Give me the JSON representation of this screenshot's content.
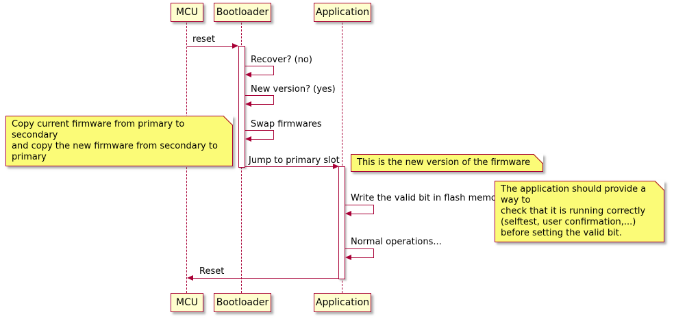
{
  "diagram": {
    "type": "sequence-diagram",
    "participants": [
      "MCU",
      "Bootloader",
      "Application"
    ],
    "messages": [
      {
        "from": "MCU",
        "to": "Bootloader",
        "label": "reset"
      },
      {
        "from": "Bootloader",
        "to": "Bootloader",
        "label": "Recover? (no)"
      },
      {
        "from": "Bootloader",
        "to": "Bootloader",
        "label": "New version? (yes)"
      },
      {
        "from": "Bootloader",
        "to": "Bootloader",
        "label": "Swap firmwares"
      },
      {
        "from": "Bootloader",
        "to": "Application",
        "label": "Jump to primary slot"
      },
      {
        "from": "Application",
        "to": "Application",
        "label": "Write the valid bit in flash memory"
      },
      {
        "from": "Application",
        "to": "Application",
        "label": "Normal operations..."
      },
      {
        "from": "Application",
        "to": "MCU",
        "label": "Reset"
      }
    ],
    "notes": [
      {
        "position": "left of Bootloader",
        "lines": [
          "Copy current firmware from primary to secondary",
          "and copy the new firmware from secondary to primary"
        ]
      },
      {
        "position": "right of Application",
        "lines": [
          "This is the new version of the firmware"
        ]
      },
      {
        "position": "right of Application",
        "lines": [
          "The application should provide a way to",
          "check that it is running correctly",
          "(selftest, user confirmation,...)",
          "before setting the valid bit."
        ]
      }
    ],
    "colors": {
      "border": "#A80036",
      "participant_fill": "#FEFECE",
      "note_fill": "#FBFB77",
      "text": "#000000"
    }
  }
}
